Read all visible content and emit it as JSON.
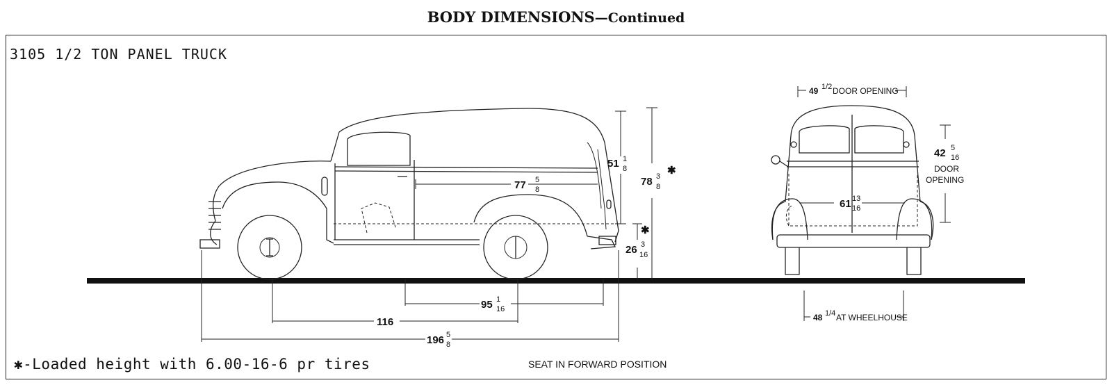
{
  "header": {
    "title": "BODY DIMENSIONS",
    "continued": "—Continued"
  },
  "diagram": {
    "model_title": "3105 1/2 TON PANEL TRUCK",
    "footnote": "✱-Loaded height with 6.00-16-6 pr tires",
    "seat_note": "SEAT IN FORWARD POSITION",
    "side_view": {
      "overall_length": {
        "whole": "196",
        "num": "5",
        "den": "8"
      },
      "wheelbase": "116",
      "load_floor_length": {
        "whole": "95",
        "num": "1",
        "den": "16"
      },
      "interior_length": {
        "whole": "77",
        "num": "5",
        "den": "8"
      },
      "interior_height": {
        "whole": "51",
        "num": "1",
        "den": "8"
      },
      "overall_height": {
        "whole": "78",
        "num": "3",
        "den": "8"
      },
      "floor_height": {
        "whole": "26",
        "num": "3",
        "den": "16"
      },
      "loaded_mark": "✱"
    },
    "rear_view": {
      "door_opening_width": {
        "whole": "49",
        "frac": "1/2",
        "label": "DOOR OPENING"
      },
      "door_opening_height": {
        "whole": "42",
        "num": "5",
        "den": "16",
        "label1": "DOOR",
        "label2": "OPENING"
      },
      "interior_width": {
        "whole": "61",
        "num": "13",
        "den": "16"
      },
      "wheelhouse_width": {
        "whole": "48",
        "frac": "1/4",
        "label": "AT WHEELHOUSE"
      }
    }
  }
}
